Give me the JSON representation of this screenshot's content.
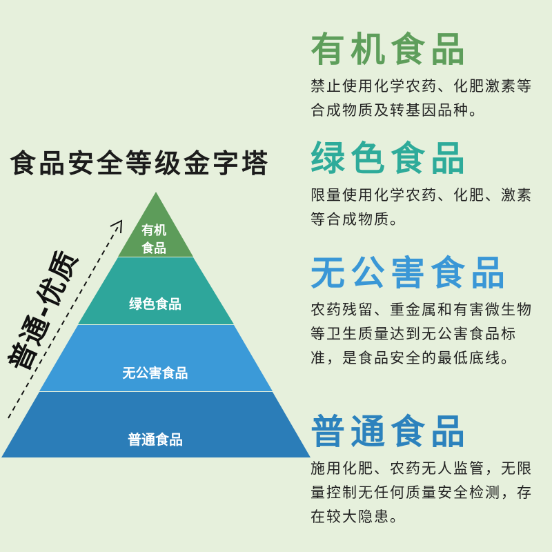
{
  "title": "食品安全等级金字塔",
  "axis_label": "普通-优质",
  "pyramid": [
    {
      "label": "有机\n食品",
      "color": "#5d9c5a"
    },
    {
      "label": "绿色食品",
      "color": "#2ea69b"
    },
    {
      "label": "无公害食品",
      "color": "#3b9ad8"
    },
    {
      "label": "普通食品",
      "color": "#2b7db8"
    }
  ],
  "cards": [
    {
      "heading": "有机食品",
      "color": "#5e9e5b",
      "desc": "禁止使用化学农药、化肥激素等合成物质及转基因品种。"
    },
    {
      "heading": "绿色食品",
      "color": "#2eab9a",
      "desc": "限量使用化学农药、化肥、激素等合成物质。"
    },
    {
      "heading": "无公害食品",
      "color": "#3a97d6",
      "desc": "农药残留、重金属和有害微生物等卫生质量达到无公害食品标准，是食品安全的最低底线。"
    },
    {
      "heading": "普通食品",
      "color": "#2c82bd",
      "desc": "施用化肥、农药无人监管，无限量控制无任何质量安全检测，存在较大隐患。"
    }
  ]
}
